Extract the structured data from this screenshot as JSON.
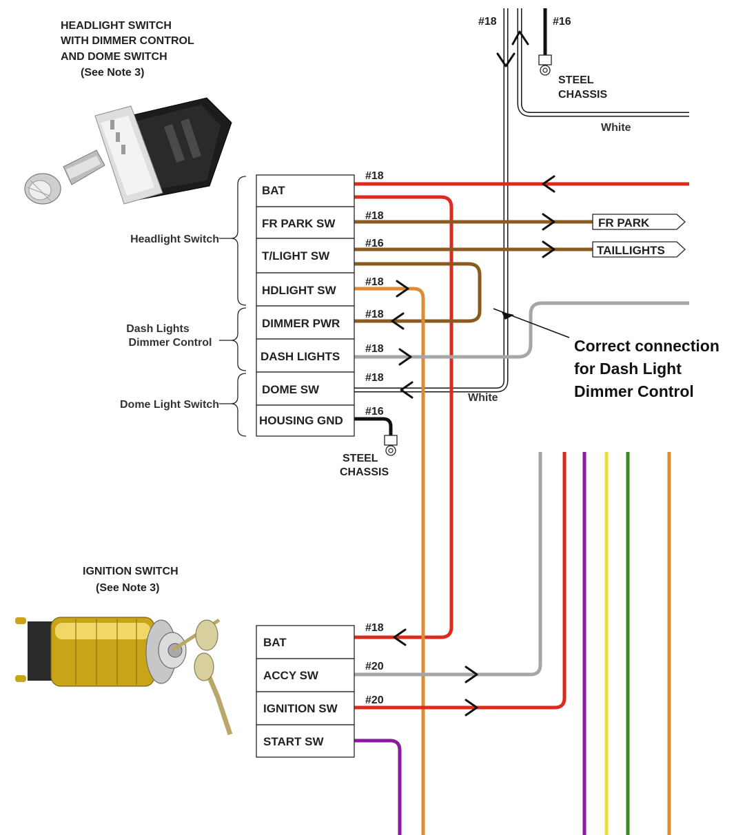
{
  "headlight_switch": {
    "caption": [
      "HEADLIGHT SWITCH",
      "WITH DIMMER CONTROL",
      "AND DOME SWITCH",
      "(See Note 3)"
    ],
    "pins": [
      "BAT",
      "FR PARK SW",
      "T/LIGHT SW",
      "HDLIGHT SW",
      "DIMMER PWR",
      "DASH LIGHTS",
      "DOME SW",
      "HOUSING GND"
    ],
    "groups": [
      "Headlight Switch",
      "Dash Lights",
      "Dimmer Control",
      "Dome Light Switch"
    ]
  },
  "ignition_switch": {
    "caption": [
      "IGNITION SWITCH",
      "(See Note 3)"
    ],
    "pins": [
      "BAT",
      "ACCY SW",
      "IGNITION SW",
      "START SW"
    ]
  },
  "gauges": {
    "top_left": "#18",
    "top_right": "#16",
    "bat": "#18",
    "fr_park": "#18",
    "t_light": "#16",
    "hdlight": "#18",
    "dimmer": "#18",
    "dash": "#18",
    "dome": "#18",
    "housing_gnd": "#16",
    "ign_bat": "#18",
    "accy": "#20",
    "ignition": "#20"
  },
  "labels": {
    "steel_top": [
      "STEEL",
      "CHASSIS"
    ],
    "steel_bottom": [
      "STEEL",
      "CHASSIS"
    ],
    "white_top": "White",
    "white_mid": "White",
    "fr_park_tag": "FR PARK",
    "taillights_tag": "TAILLIGHTS"
  },
  "annotation": [
    "Correct connection",
    "for Dash Light",
    "Dimmer Control"
  ],
  "colors": {
    "red": "#dd2a1f",
    "brown": "#8b5a1e",
    "orange": "#dc8b37",
    "gray": "#a6a6a6",
    "purple": "#8a1a9e",
    "yellow": "#ecdf3a",
    "green": "#3c8a24",
    "black": "#111111",
    "brass": "#c9a419"
  }
}
